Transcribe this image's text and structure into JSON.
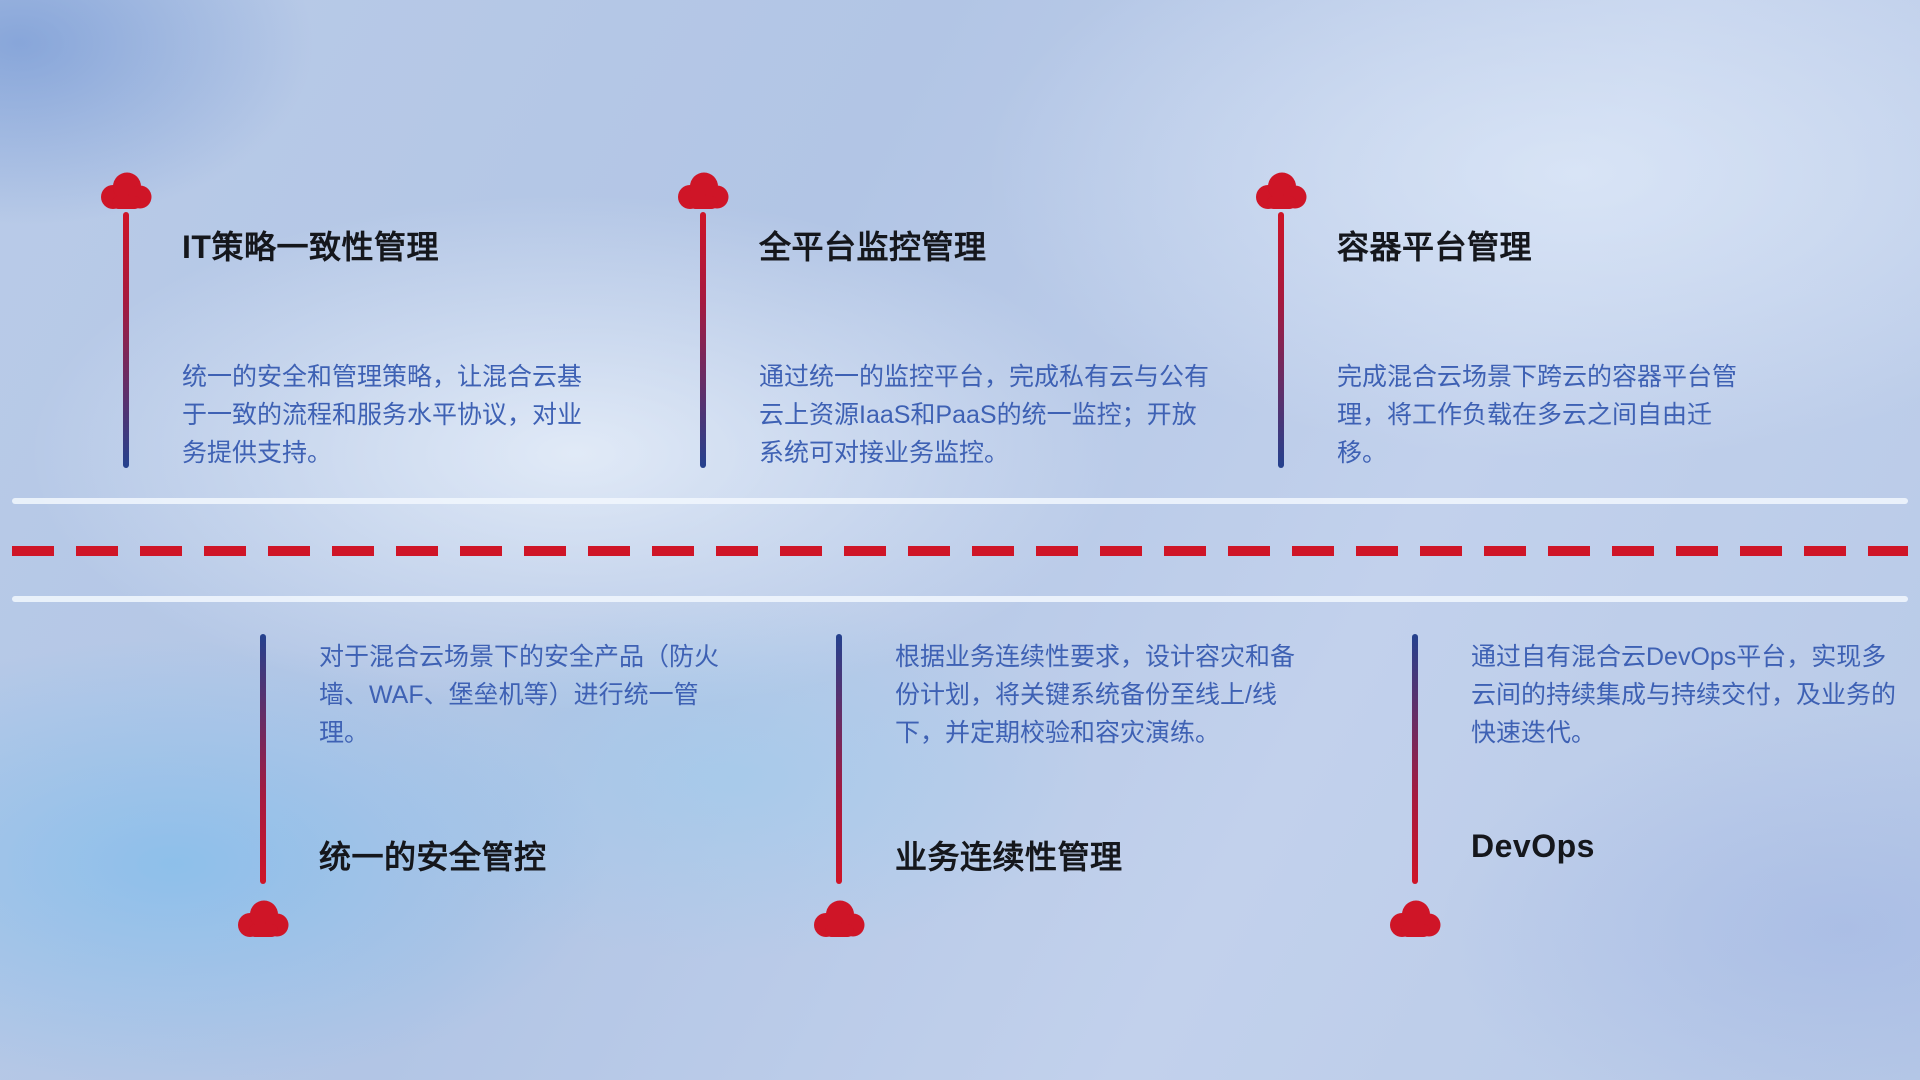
{
  "top_items": [
    {
      "title": "IT策略一致性管理",
      "description": "统一的安全和管理策略，让混合云基于一致的流程和服务水平协议，对业务提供支持。"
    },
    {
      "title": "全平台监控管理",
      "description": "通过统一的监控平台，完成私有云与公有云上资源IaaS和PaaS的统一监控；开放系统可对接业务监控。"
    },
    {
      "title": "容器平台管理",
      "description": "完成混合云场景下跨云的容器平台管理，将工作负载在多云之间自由迁移。"
    }
  ],
  "bottom_items": [
    {
      "title": "统一的安全管控",
      "description": "对于混合云场景下的安全产品（防火墙、WAF、堡垒机等）进行统一管理。"
    },
    {
      "title": "业务连续性管理",
      "description": "根据业务连续性要求，设计容灾和备份计划，将关键系统备份至线上/线下，并定期校验和容灾演练。"
    },
    {
      "title": "DevOps",
      "description": "通过自有混合云DevOps平台，实现多云间的持续集成与持续交付，及业务的快速迭代。"
    }
  ],
  "colors": {
    "accent_red": "#cf1527",
    "accent_blue": "#24418e",
    "title_text": "#15171c",
    "body_text": "#3e61b4",
    "divider": "#f0f6fd"
  }
}
